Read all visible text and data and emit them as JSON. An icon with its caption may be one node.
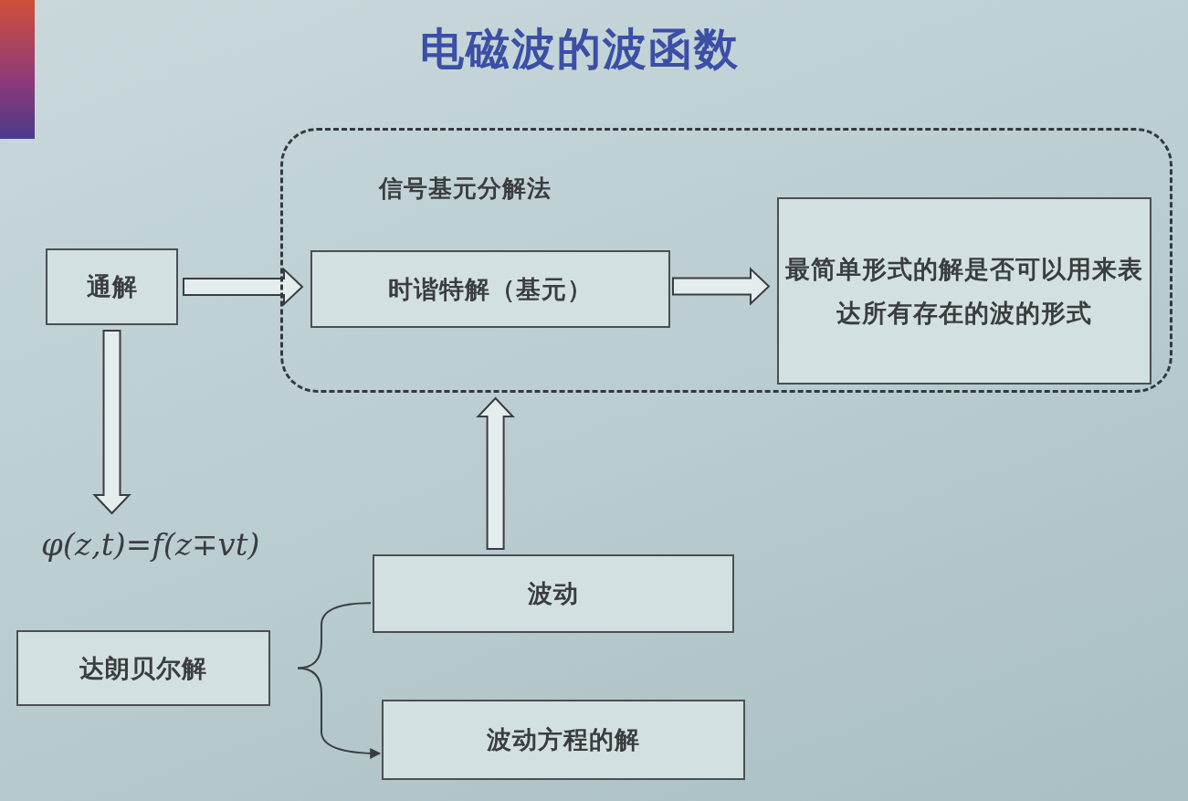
{
  "diagram": {
    "title": "电磁波的波函数",
    "nodes": [
      {
        "text": [
          "信号基元分解法"
        ]
      },
      {
        "text": [
          "通解"
        ]
      },
      {
        "text": [
          "时谐特解（基元）"
        ],
        "in": 0
      },
      {
        "text": [
          "最简单形式的解是否可以用来表达所有存在的波的形式"
        ],
        "in": 0
      },
      {
        "text": [
          "φ(z,t)=f(z∓vt)"
        ]
      },
      {
        "text": [
          "达朗贝尔解"
        ]
      },
      {
        "text": [
          "波动"
        ]
      },
      {
        "text": [
          "波动方程的解"
        ]
      }
    ],
    "edges": [
      {
        "from": 1,
        "to": 2,
        "arrow": "to"
      },
      {
        "from": 2,
        "to": 3,
        "arrow": "to"
      },
      {
        "from": 1,
        "to": 4,
        "arrow": "to"
      },
      {
        "from": 6,
        "to": 0,
        "arrow": "to"
      },
      {
        "from": 5,
        "to": 6,
        "arrow": "none"
      },
      {
        "from": 5,
        "to": 7,
        "arrow": "to"
      }
    ]
  }
}
